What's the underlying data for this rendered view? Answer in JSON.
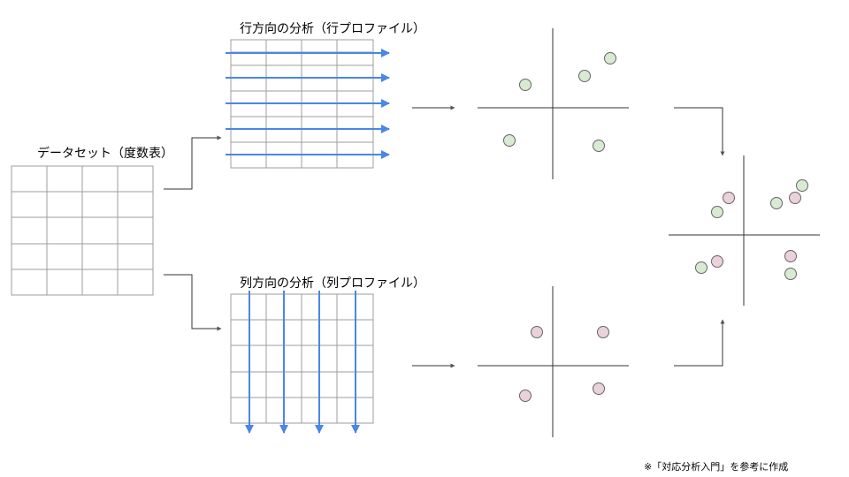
{
  "labels": {
    "dataset": "データセット（度数表）",
    "row_analysis": "行方向の分析（行プロファイル）",
    "col_analysis": "列方向の分析（列プロファイル）",
    "footnote": "※「対応分析入門」を参考に作成"
  },
  "colors": {
    "grid_line": "#9e9e9e",
    "arrow_blue": "#4a86e8",
    "connector": "#333333",
    "axis": "#333333",
    "green_fill": "#d9ead3",
    "pink_fill": "#ead1dc",
    "point_stroke": "#666666"
  },
  "tables": {
    "dataset": {
      "rows": 5,
      "cols": 4
    },
    "row_profile": {
      "rows": 10,
      "cols": 4,
      "arrows": 5
    },
    "col_profile": {
      "rows": 5,
      "cols": 4,
      "arrows": 4
    }
  },
  "plots": {
    "row_points": 5,
    "col_points": 4,
    "combined_green": 5,
    "combined_pink": 4
  }
}
